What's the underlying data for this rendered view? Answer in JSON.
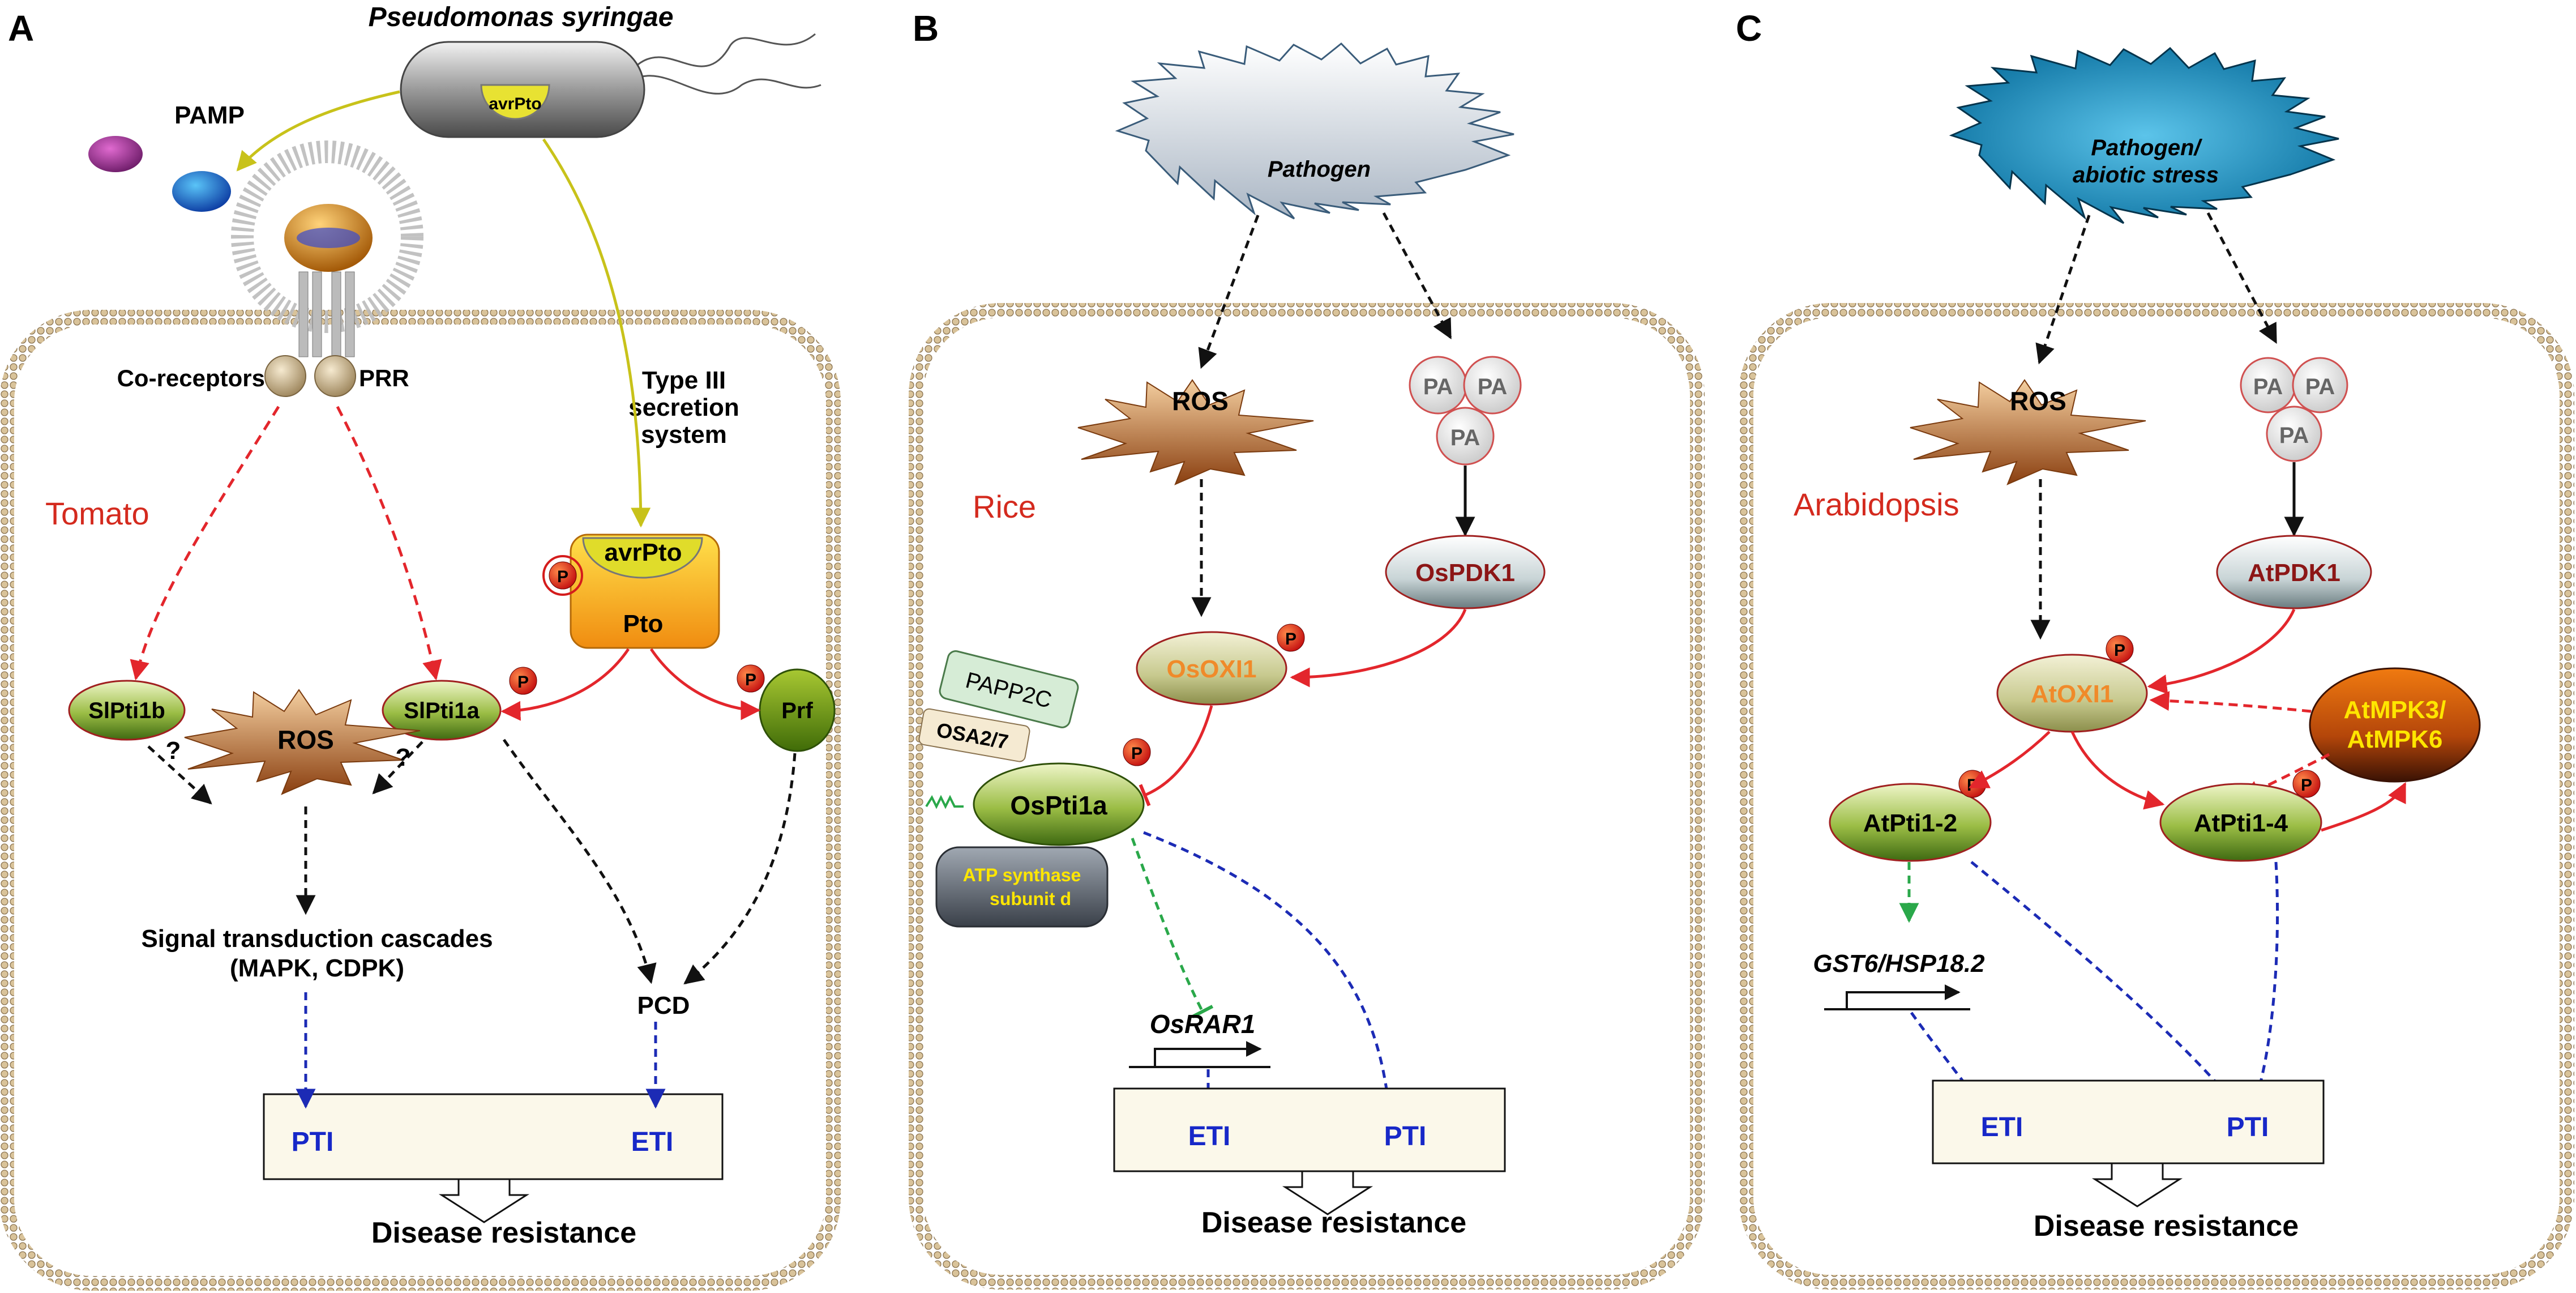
{
  "panels": {
    "A": {
      "letter": "A",
      "organism": "Tomato",
      "pathogen": "Pseudomonas syringae",
      "effector": "avrPto",
      "pamp": "PAMP",
      "co_receptors": "Co-receptors",
      "prr": "PRR",
      "type3": [
        "Type III",
        "secretion",
        "system"
      ],
      "pto_effector": "avrPto",
      "pto": "Pto",
      "phospho": "P",
      "slpti1b": "SlPti1b",
      "slpti1a": "SlPti1a",
      "prf": "Prf",
      "question": "?",
      "ros": "ROS",
      "cascade_line1": "Signal transduction cascades",
      "cascade_line2": "(MAPK, CDPK)",
      "pcd": "PCD",
      "pti": "PTI",
      "eti": "ETI",
      "disease_resistance": "Disease resistance"
    },
    "B": {
      "letter": "B",
      "organism": "Rice",
      "pathogen": "Pathogen",
      "ros": "ROS",
      "pa": "PA",
      "pdk1": "OsPDK1",
      "oxi1": "OsOXI1",
      "phospho": "P",
      "papp2c": "PAPP2C",
      "osa": "OSA2/7",
      "pti1a": "OsPti1a",
      "atp_line1": "ATP synthase",
      "atp_line2": "subunit d",
      "gene": "OsRAR1",
      "eti": "ETI",
      "pti": "PTI",
      "disease_resistance": "Disease resistance"
    },
    "C": {
      "letter": "C",
      "organism": "Arabidopsis",
      "pathogen_line1": "Pathogen/",
      "pathogen_line2": "abiotic stress",
      "ros": "ROS",
      "pa": "PA",
      "pdk1": "AtPDK1",
      "oxi1": "AtOXI1",
      "mpk_line1": "AtMPK3/",
      "mpk_line2": "AtMPK6",
      "phospho": "P",
      "pti1_2": "AtPti1-2",
      "pti1_4": "AtPti1-4",
      "gene": "GST6/HSP18.2",
      "eti": "ETI",
      "pti": "PTI",
      "disease_resistance": "Disease resistance"
    }
  },
  "colors": {
    "organism_label": "#d42a1e",
    "red_arrow": "#e3262c",
    "black_arrow": "#111111",
    "blue_arrow": "#1c2bb5",
    "green_arrow": "#2aa84a",
    "yellow_arrow": "#c8c21a",
    "membrane": "#c9b28c",
    "outcome_text": "#1728c8",
    "oxi_text": "#f08a2a",
    "pdk_text": "#8c1616",
    "mpk_text": "#ffe600",
    "pathogen_b_fill": "#c9d6e4",
    "pathogen_c_fill": "#1a9bd3",
    "ros_fill": "#d98846"
  }
}
